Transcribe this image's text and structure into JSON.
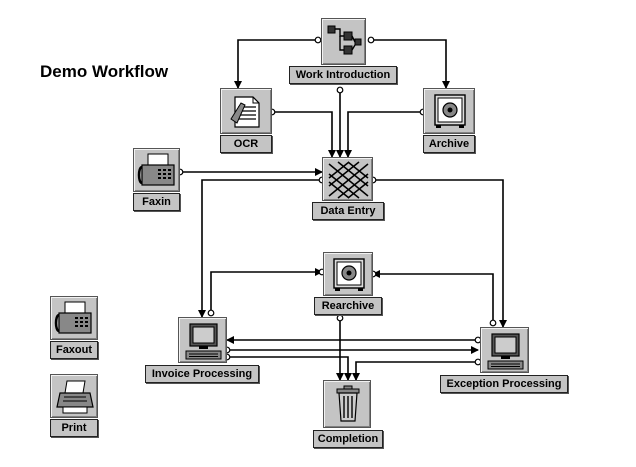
{
  "title": "Demo Workflow",
  "nodes": {
    "work_introduction": "Work Introduction",
    "ocr": "OCR",
    "archive": "Archive",
    "faxin": "Faxin",
    "data_entry": "Data Entry",
    "rearchive": "Rearchive",
    "invoice_processing": "Invoice Processing",
    "exception_processing": "Exception Processing",
    "completion": "Completion",
    "faxout": "Faxout",
    "print": "Print"
  },
  "icons": {
    "work_introduction": "flow-split-icon",
    "ocr": "scanner-document-icon",
    "archive": "safe-icon",
    "faxin": "fax-icon",
    "data_entry": "data-grid-icon",
    "rearchive": "safe-icon",
    "invoice_processing": "computer-terminal-icon",
    "exception_processing": "computer-terminal-icon",
    "completion": "trash-can-icon",
    "faxout": "fax-icon",
    "print": "printer-icon"
  }
}
